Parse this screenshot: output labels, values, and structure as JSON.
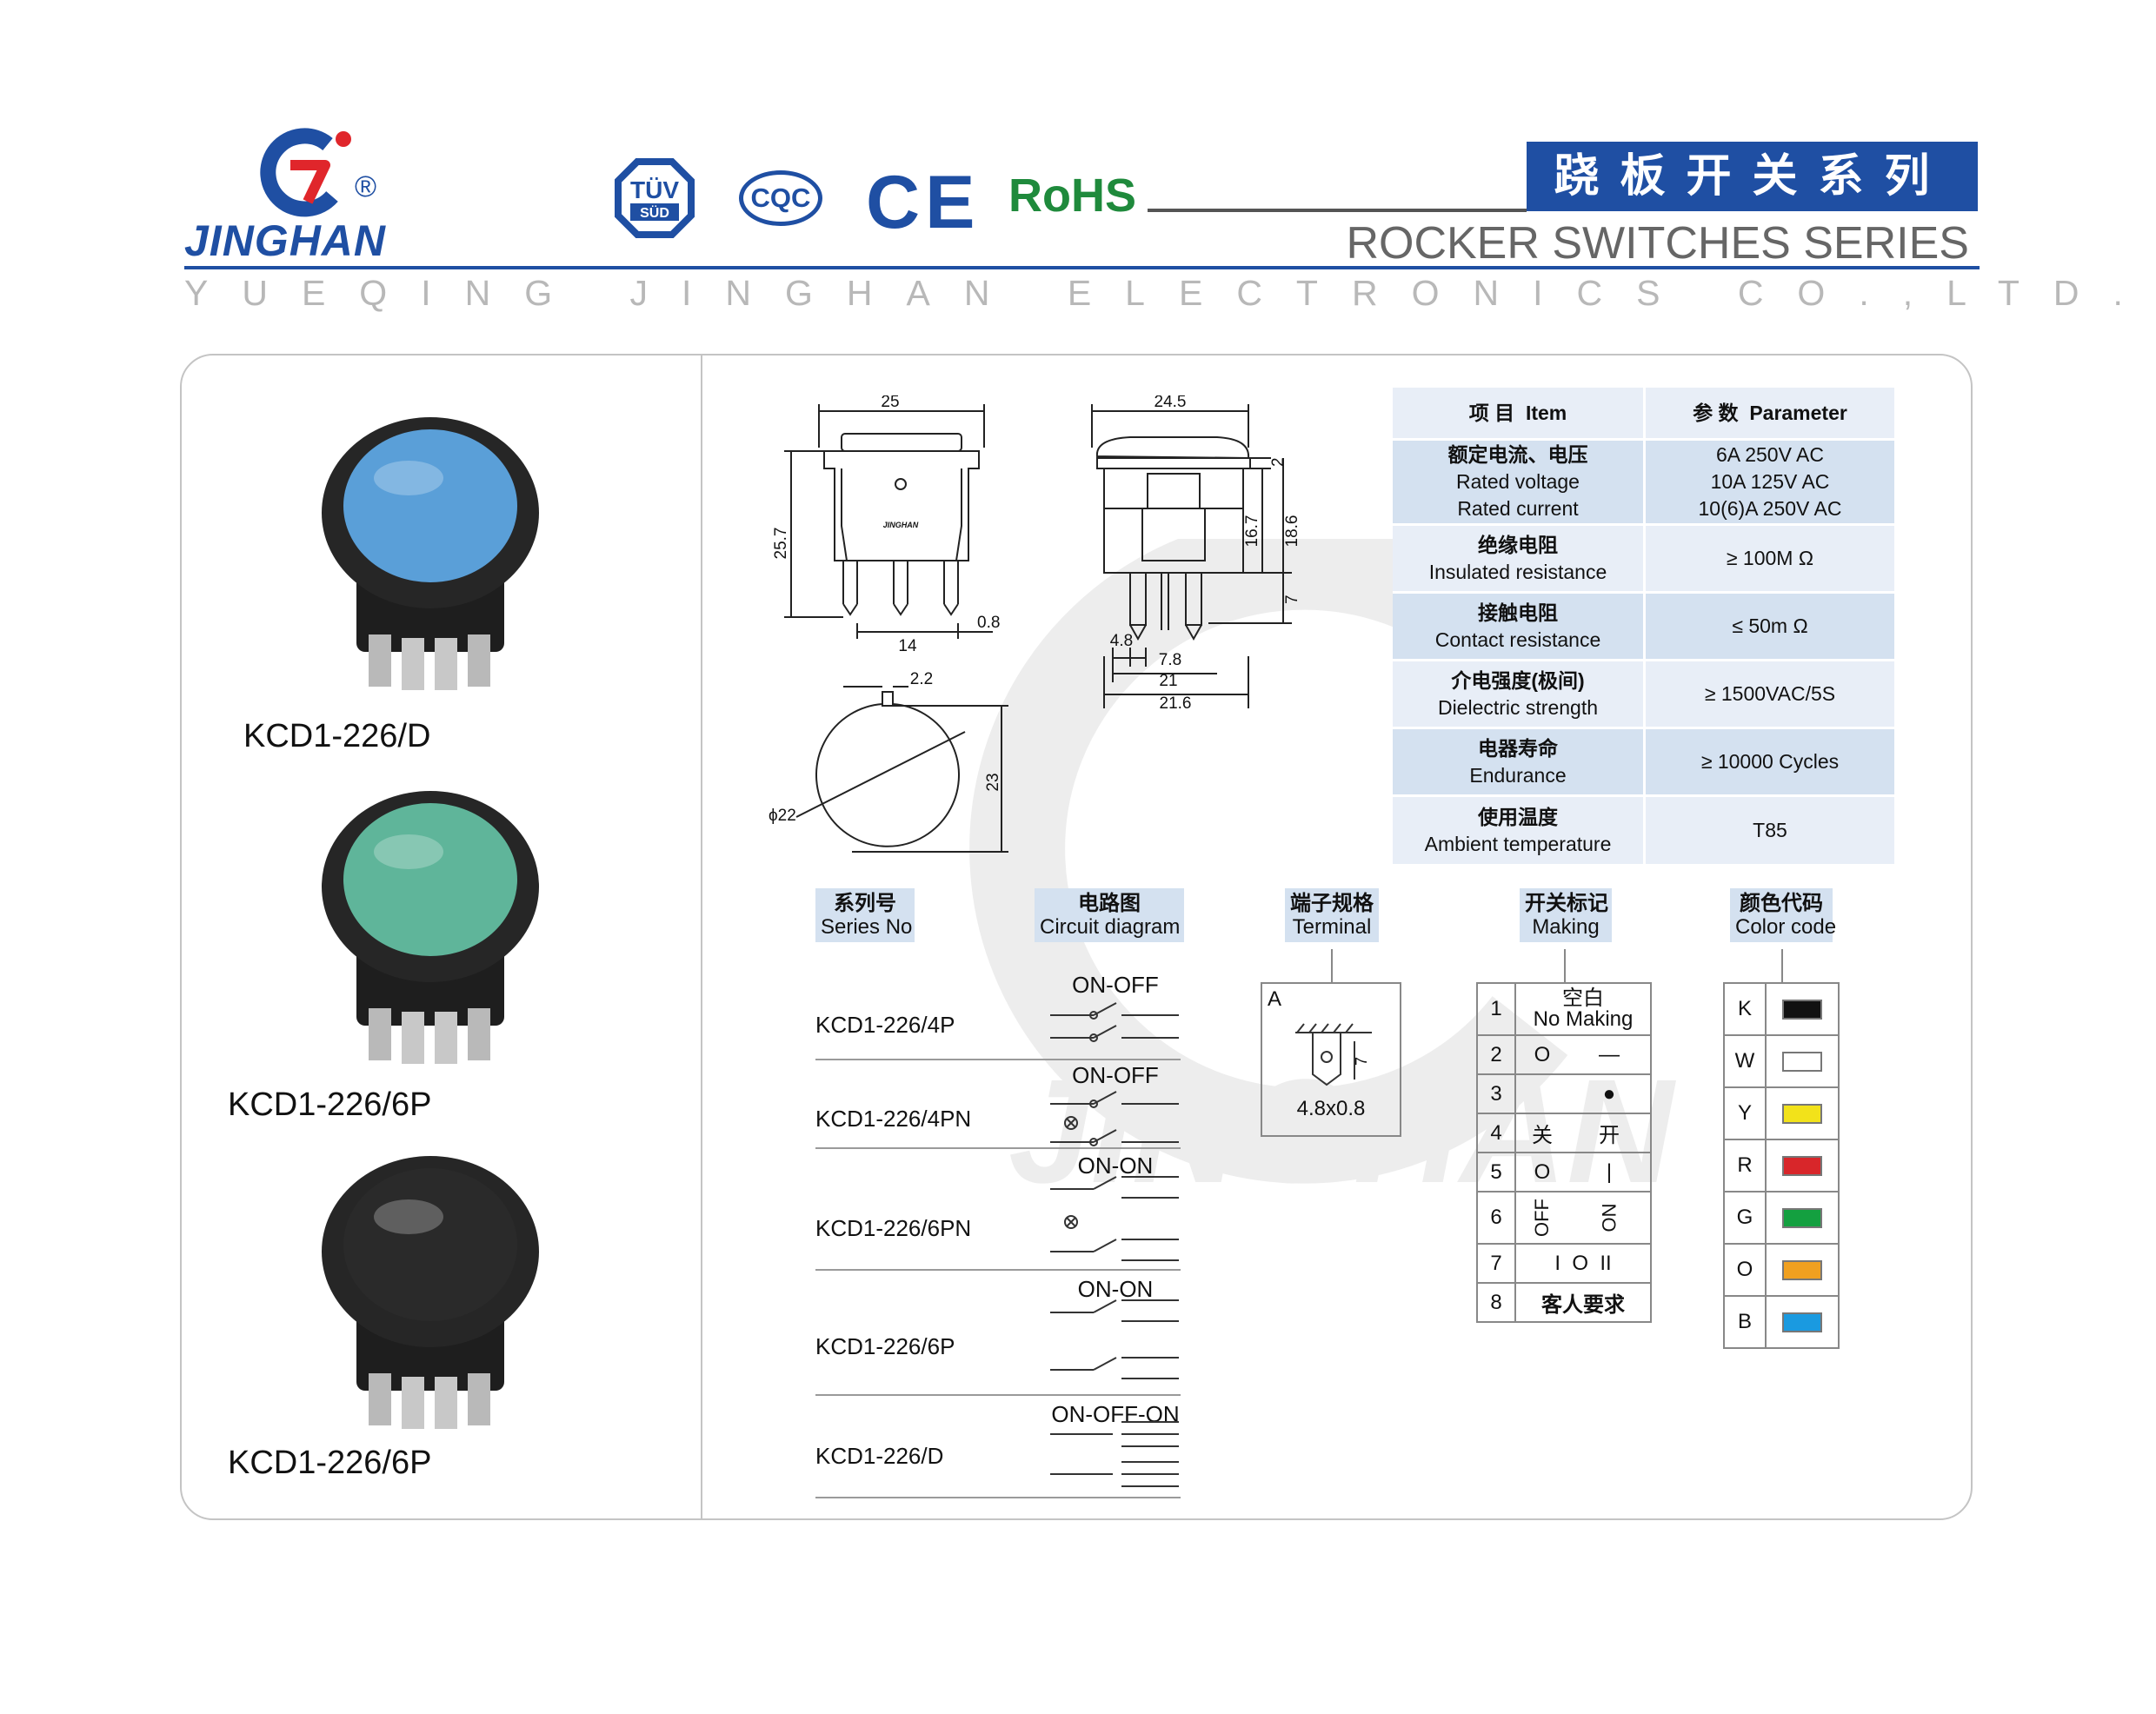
{
  "brand": {
    "name": "JINGHAN",
    "registered": "®",
    "company": "YUEQING JINGHAN ELECTRONICS CO.,LTD."
  },
  "certifications": [
    "TÜV SÜD",
    "CQC",
    "CE",
    "RoHS"
  ],
  "cert_text": {
    "tuv_top": "TÜV",
    "tuv_bottom": "SÜD",
    "cqc": "CQC",
    "ce": "CE",
    "rohs": "RoHS"
  },
  "series": {
    "title_cn": "跷板开关系列",
    "title_en": "ROCKER SWITCHES SERIES"
  },
  "products": [
    {
      "model": "KCD1-226/D",
      "rocker_color": "#5a9fd8"
    },
    {
      "model": "KCD1-226/6P",
      "rocker_color": "#5fb59a"
    },
    {
      "model": "KCD1-226/6P",
      "rocker_color": "#2a2a2a"
    }
  ],
  "dimensions": {
    "front_width": "25",
    "front_height": "25.7",
    "pin_spacing": "14",
    "pin_thickness": "0.8",
    "side_width": "24.5",
    "side_h1": "2",
    "side_h2": "16.7",
    "side_h3": "18.6",
    "side_h4": "7",
    "side_w1": "4.8",
    "side_w2": "7.8",
    "side_w3": "21",
    "side_w4": "21.6",
    "cutout_key": "2.2",
    "cutout_dia": "ϕ22",
    "cutout_height": "23",
    "marking_front": "JINGHAN"
  },
  "params": {
    "header": {
      "item_cn": "项 目",
      "item_en": "Item",
      "param_cn": "参 数",
      "param_en": "Parameter"
    },
    "rows": [
      {
        "item_cn": "额定电流、电压",
        "item_en": [
          "Rated voltage",
          "Rated current"
        ],
        "values": [
          "6A 250V AC",
          "10A 125V AC",
          "10(6)A 250V AC"
        ]
      },
      {
        "item_cn": "绝缘电阻",
        "item_en": [
          "Insulated resistance"
        ],
        "values": [
          "≥ 100M Ω"
        ]
      },
      {
        "item_cn": "接触电阻",
        "item_en": [
          "Contact resistance"
        ],
        "values": [
          "≤ 50m Ω"
        ]
      },
      {
        "item_cn": "介电强度(极间)",
        "item_en": [
          "Dielectric strength"
        ],
        "values": [
          "≥ 1500VAC/5S"
        ]
      },
      {
        "item_cn": "电器寿命",
        "item_en": [
          "Endurance"
        ],
        "values": [
          "≥ 10000 Cycles"
        ]
      },
      {
        "item_cn": "使用温度",
        "item_en": [
          "Ambient temperature"
        ],
        "values": [
          "T85"
        ]
      }
    ]
  },
  "columns": {
    "series": {
      "cn": "系列号",
      "en": "Series No"
    },
    "circuit": {
      "cn": "电路图",
      "en": "Circuit diagram"
    },
    "terminal": {
      "cn": "端子规格",
      "en": "Terminal"
    },
    "making": {
      "cn": "开关标记",
      "en": "Making"
    },
    "color": {
      "cn": "颜色代码",
      "en": "Color code"
    }
  },
  "series_rows": [
    {
      "model": "KCD1-226/4P",
      "circuit": "ON-OFF"
    },
    {
      "model": "KCD1-226/4PN",
      "circuit": "ON-OFF"
    },
    {
      "model": "KCD1-226/6PN",
      "circuit": "ON-ON"
    },
    {
      "model": "KCD1-226/6P",
      "circuit": "ON-ON"
    },
    {
      "model": "KCD1-226/D",
      "circuit": "ON-OFF-ON"
    }
  ],
  "terminal": {
    "code": "A",
    "size": "4.8x0.8",
    "dim": "7"
  },
  "making": [
    {
      "n": "1",
      "left": "空白",
      "right": "No Making"
    },
    {
      "n": "2",
      "left": "O",
      "right": "—"
    },
    {
      "n": "3",
      "left": "",
      "right": "●"
    },
    {
      "n": "4",
      "left": "关",
      "right": "开"
    },
    {
      "n": "5",
      "left": "O",
      "right": "|"
    },
    {
      "n": "6",
      "left": "OFF",
      "right": "ON"
    },
    {
      "n": "7",
      "left": "I  O  II",
      "right": ""
    },
    {
      "n": "8",
      "left": "客人要求",
      "right": ""
    }
  ],
  "colors": [
    {
      "code": "K",
      "hex": "#111111"
    },
    {
      "code": "W",
      "hex": "#ffffff"
    },
    {
      "code": "Y",
      "hex": "#f2e21a"
    },
    {
      "code": "R",
      "hex": "#d8262a"
    },
    {
      "code": "G",
      "hex": "#14a040"
    },
    {
      "code": "O",
      "hex": "#f0a020"
    },
    {
      "code": "B",
      "hex": "#1a9ae0"
    }
  ]
}
